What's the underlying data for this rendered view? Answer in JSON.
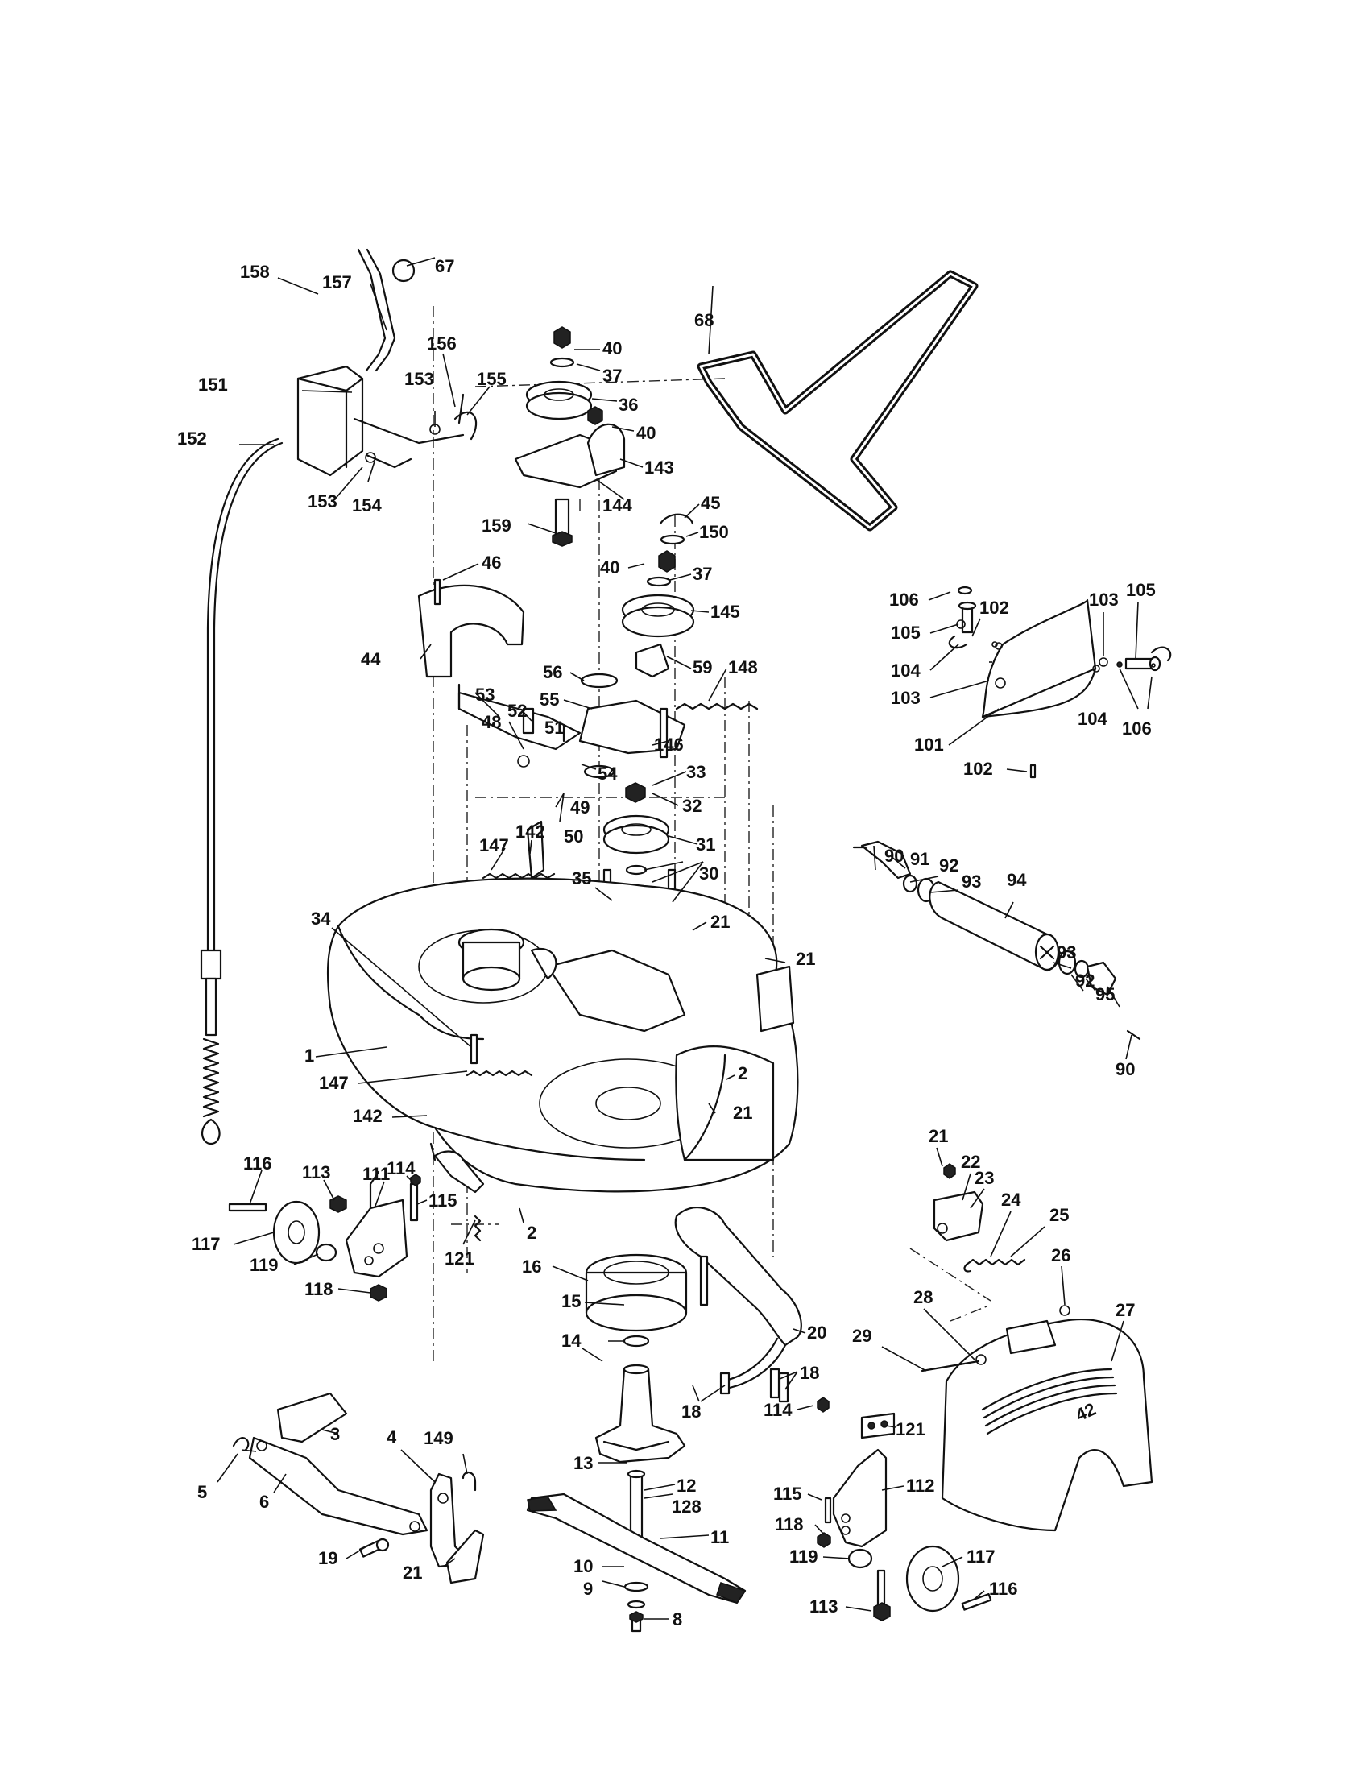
{
  "diagram": {
    "labels": {
      "l1": "1",
      "l2a": "2",
      "l2b": "2",
      "l3": "3",
      "l4": "4",
      "l5": "5",
      "l6": "6",
      "l8": "8",
      "l9": "9",
      "l10": "10",
      "l11": "11",
      "l12": "12",
      "l13": "13",
      "l14": "14",
      "l15": "15",
      "l16": "16",
      "l18a": "18",
      "l18b": "18",
      "l19": "19",
      "l20": "20",
      "l21a": "21",
      "l21b": "21",
      "l21c": "21",
      "l21d": "21",
      "l21e": "21",
      "l22": "22",
      "l23": "23",
      "l24": "24",
      "l25": "25",
      "l26": "26",
      "l27": "27",
      "l28": "28",
      "l29": "29",
      "l30": "30",
      "l31": "31",
      "l32": "32",
      "l33": "33",
      "l34": "34",
      "l35": "35",
      "l36": "36",
      "l37a": "37",
      "l37b": "37",
      "l40a": "40",
      "l40b": "40",
      "l40c": "40",
      "l44": "44",
      "l45": "45",
      "l46": "46",
      "l48": "48",
      "l49": "49",
      "l50": "50",
      "l51": "51",
      "l52": "52",
      "l53": "53",
      "l54": "54",
      "l55": "55",
      "l56": "56",
      "l59": "59",
      "l67": "67",
      "l68": "68",
      "l90a": "90",
      "l90b": "90",
      "l91": "91",
      "l92a": "92",
      "l92b": "92",
      "l93a": "93",
      "l93b": "93",
      "l94": "94",
      "l95": "95",
      "l101": "101",
      "l102a": "102",
      "l102b": "102",
      "l103a": "103",
      "l103b": "103",
      "l104a": "104",
      "l104b": "104",
      "l105a": "105",
      "l105b": "105",
      "l106a": "106",
      "l106b": "106",
      "l111": "111",
      "l112": "112",
      "l113a": "113",
      "l113b": "113",
      "l114a": "114",
      "l114b": "114",
      "l115a": "115",
      "l115b": "115",
      "l116a": "116",
      "l116b": "116",
      "l117a": "117",
      "l117b": "117",
      "l118a": "118",
      "l118b": "118",
      "l119a": "119",
      "l119b": "119",
      "l121a": "121",
      "l121b": "121",
      "l128": "128",
      "l142a": "142",
      "l142b": "142",
      "l143": "143",
      "l144": "144",
      "l145": "145",
      "l146": "146",
      "l147a": "147",
      "l147b": "147",
      "l148": "148",
      "l149": "149",
      "l150": "150",
      "l151": "151",
      "l152": "152",
      "l153a": "153",
      "l153b": "153",
      "l154": "154",
      "l155": "155",
      "l156": "156",
      "l157": "157",
      "l158": "158",
      "l159": "159"
    },
    "shroud_badge": "42"
  }
}
